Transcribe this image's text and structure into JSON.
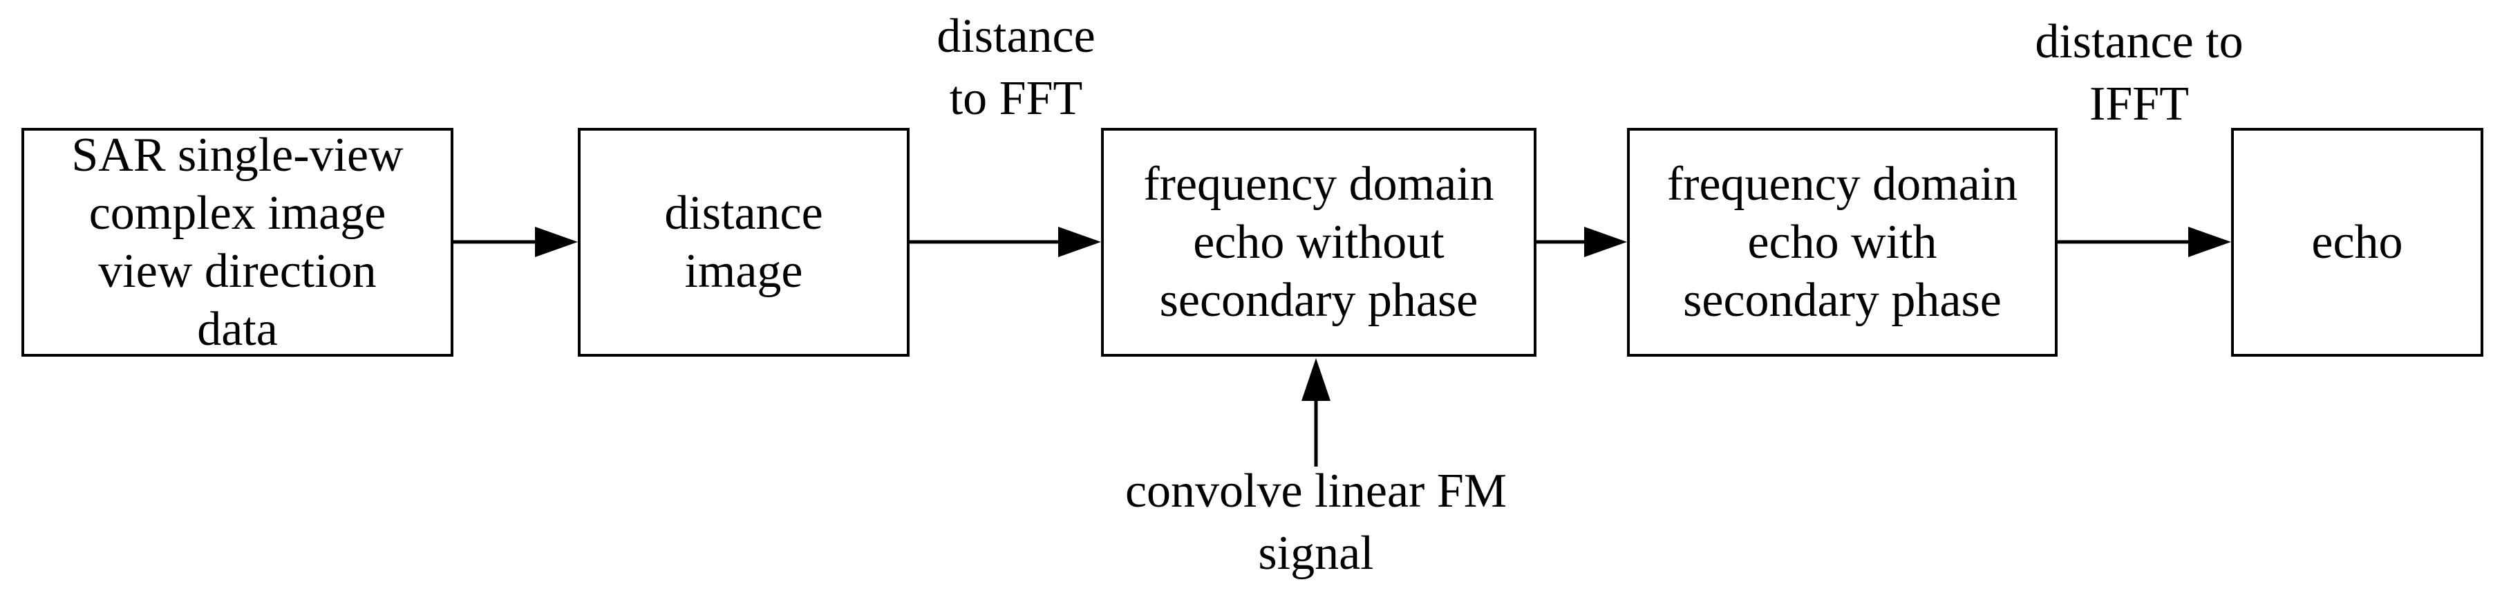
{
  "diagram": {
    "boxes": [
      {
        "id": "sar-data",
        "label": "SAR single-view\ncomplex image\nview direction\ndata"
      },
      {
        "id": "distance-image",
        "label": "distance\nimage"
      },
      {
        "id": "freq-echo-without",
        "label": "frequency domain\necho without\nsecondary phase"
      },
      {
        "id": "freq-echo-with",
        "label": "frequency domain\necho with\nsecondary phase"
      },
      {
        "id": "echo",
        "label": "echo"
      }
    ],
    "edge_labels": [
      {
        "id": "distance-to-fft",
        "label": "distance\nto FFT"
      },
      {
        "id": "distance-to-ifft",
        "label": "distance to\nIFFT"
      },
      {
        "id": "convolve-fm",
        "label": "convolve linear FM\nsignal"
      }
    ],
    "colors": {
      "line": "#000000",
      "background": "#ffffff",
      "text": "#000000"
    }
  }
}
